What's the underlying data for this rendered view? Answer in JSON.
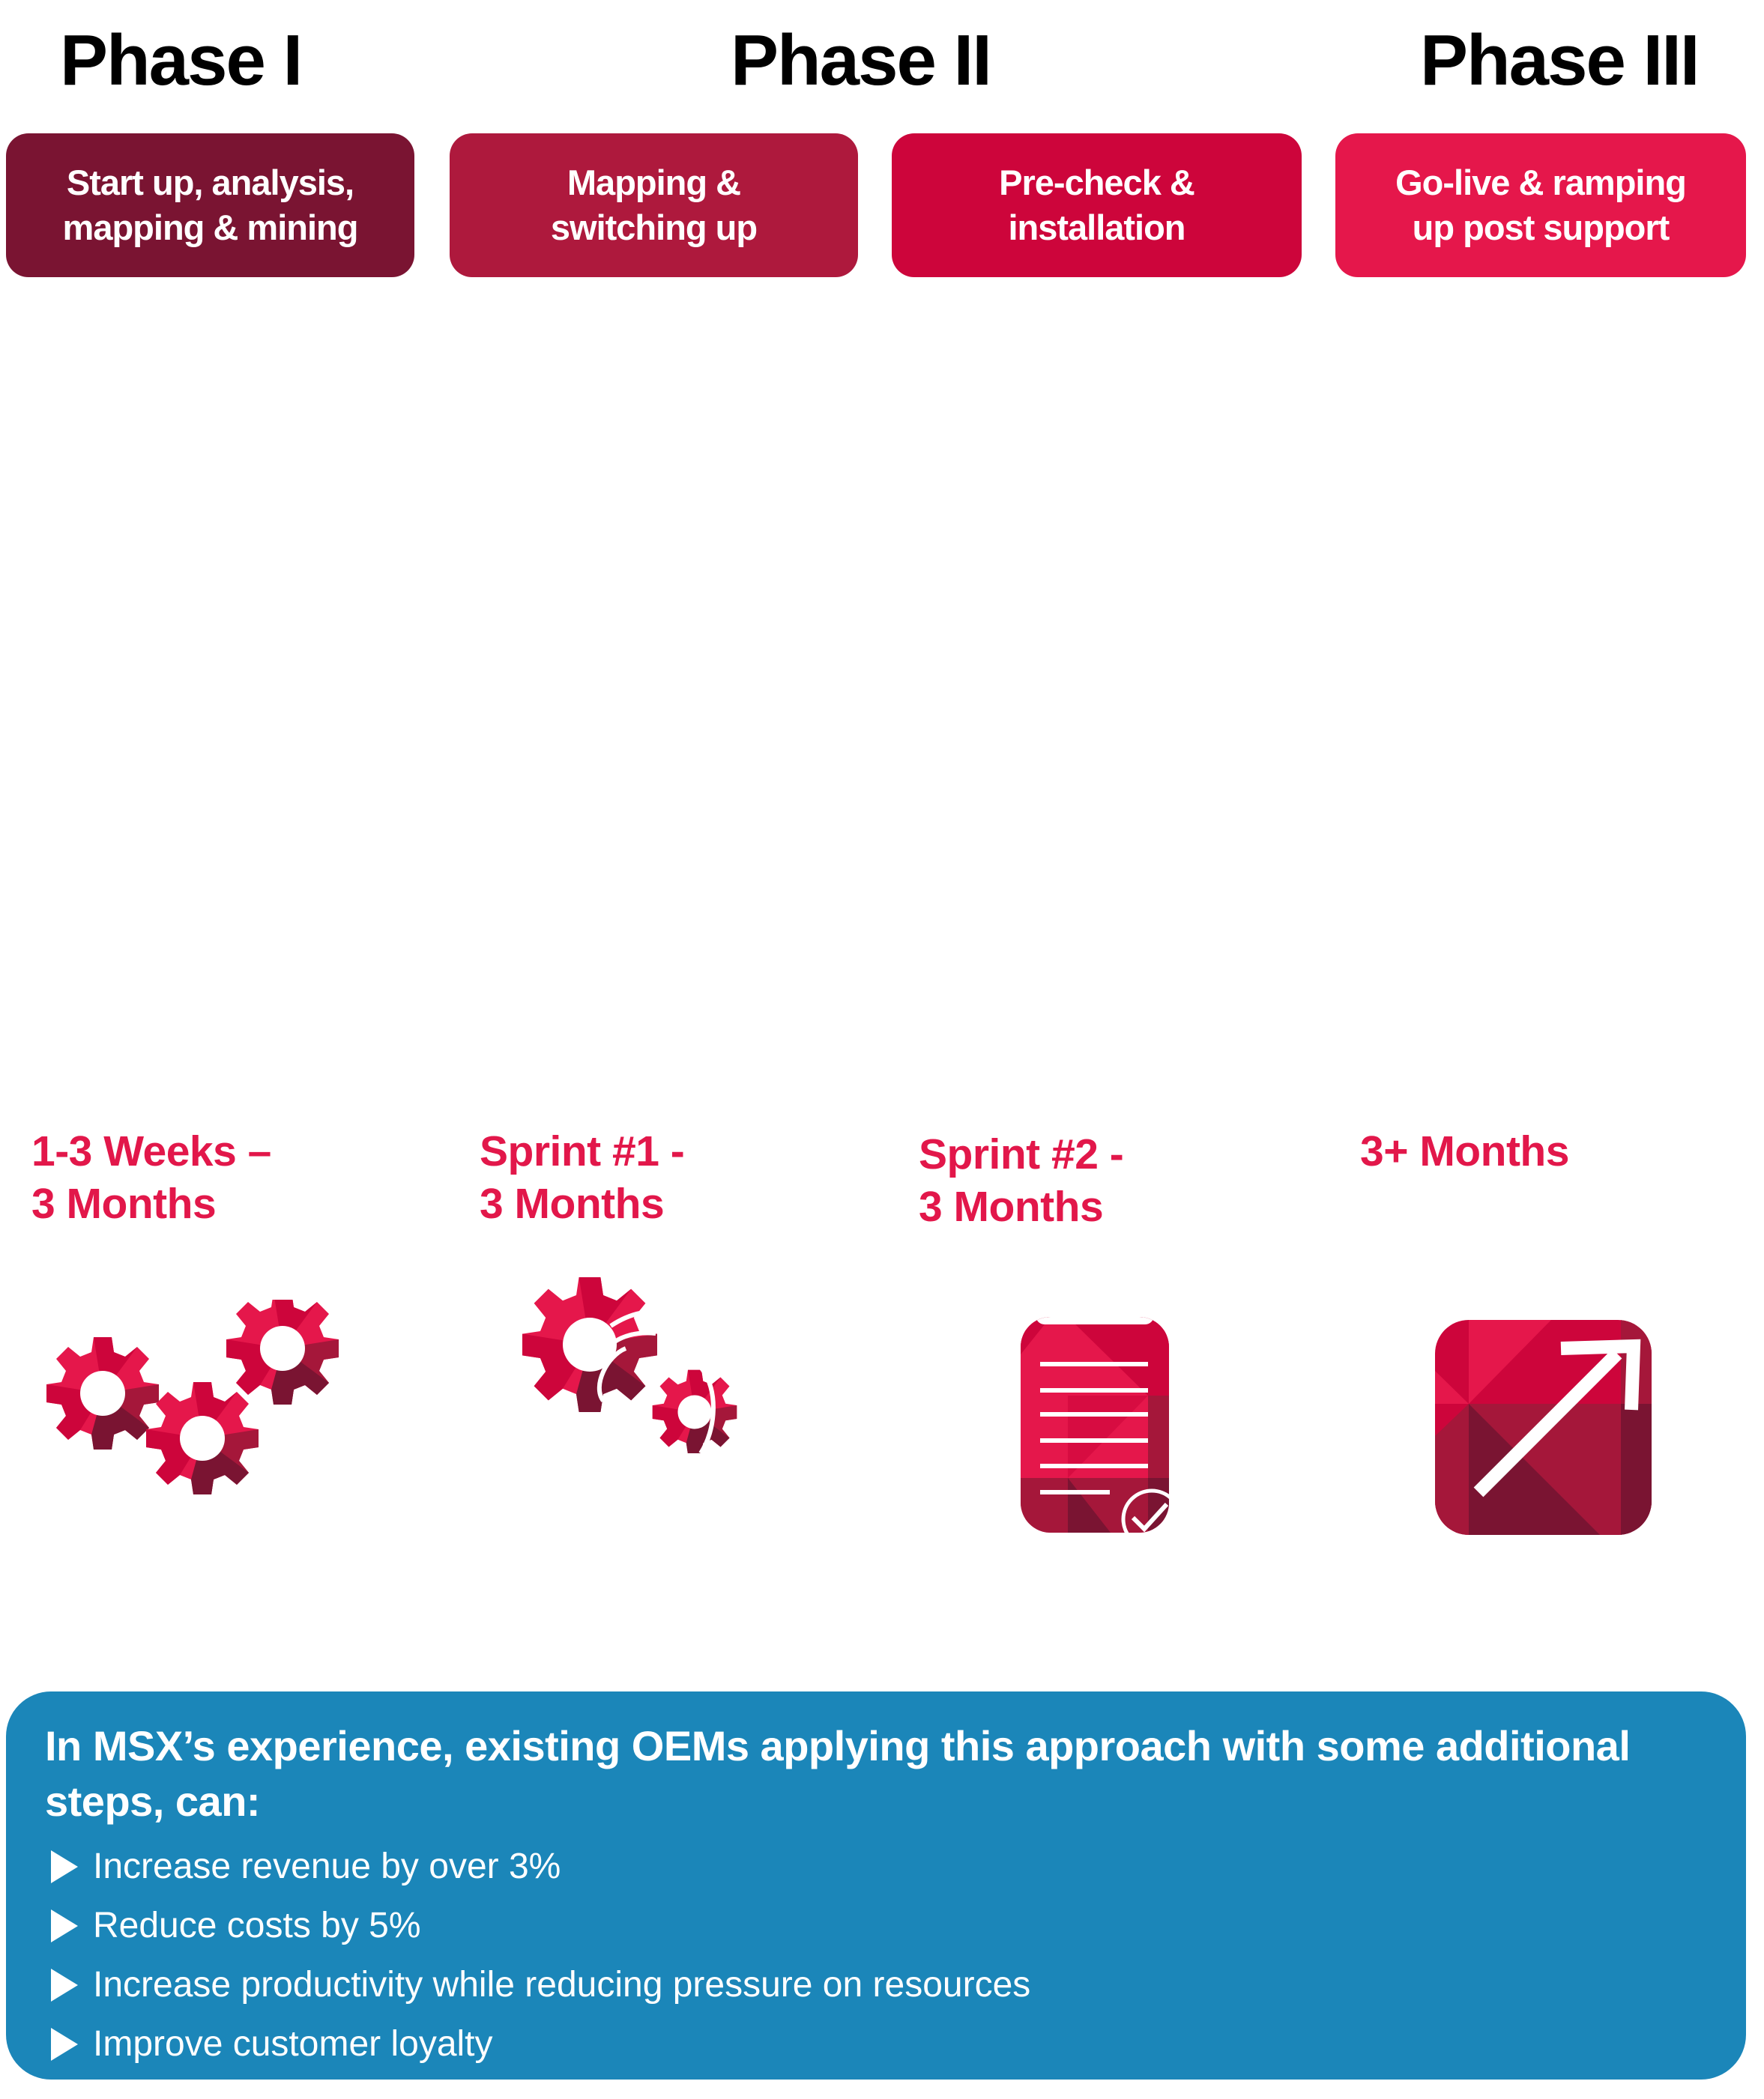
{
  "phases": [
    {
      "title": "Phase I"
    },
    {
      "title": "Phase II"
    },
    {
      "title": "Phase III"
    }
  ],
  "steps": [
    {
      "line1": "Start up, analysis,",
      "line2": "mapping & mining",
      "color": "#7a1432"
    },
    {
      "line1": "Mapping &",
      "line2": "switching up",
      "color": "#ae193d"
    },
    {
      "line1": "Pre-check &",
      "line2": "installation",
      "color": "#cd053b"
    },
    {
      "line1": "Go-live & ramping",
      "line2": "up post support",
      "color": "#e5174b"
    }
  ],
  "durations": [
    {
      "line1": "1-3 Weeks –",
      "line2": "3 Months",
      "icon": "three-gears-icon"
    },
    {
      "line1": "Sprint #1 -",
      "line2": "3 Months",
      "icon": "switching-gears-icon"
    },
    {
      "line1": "Sprint #2 -",
      "line2": "3 Months",
      "icon": "checklist-document-icon"
    },
    {
      "line1": "3+ Months",
      "line2": "",
      "icon": "growth-arrow-icon"
    }
  ],
  "colors": {
    "accent": "#e2174a",
    "dark": "#7a1432",
    "mid": "#a5173a",
    "red": "#cd053b",
    "bright": "#e5174b",
    "info_bg": "#1b86b9"
  },
  "info": {
    "heading": "In MSX’s experience, existing OEMs applying this approach with some additional steps, can:",
    "bullets": [
      "Increase revenue by over 3%",
      "Reduce costs by 5%",
      "Increase productivity while reducing pressure on resources",
      "Improve customer loyalty"
    ]
  }
}
